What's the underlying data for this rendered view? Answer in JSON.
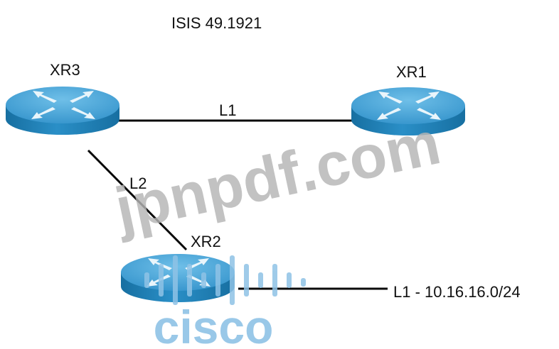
{
  "diagram": {
    "area_title": "ISIS 49.1921",
    "routers": {
      "xr3": {
        "name": "XR3"
      },
      "xr1": {
        "name": "XR1"
      },
      "xr2": {
        "name": "XR2"
      }
    },
    "links": {
      "xr3_xr1": {
        "label": "L1"
      },
      "xr3_xr2": {
        "label": "L2"
      },
      "xr2_stub": {
        "label": "L1 - 10.16.16.0/24"
      }
    }
  },
  "watermarks": {
    "site_text": "jpnpdf.com",
    "logo_text": "cisco"
  },
  "colors": {
    "router_body": "#1f82ba",
    "router_top": "#5aaedb",
    "router_arrows": "#e6f3fa",
    "line": "#0a0a0a",
    "watermark_gray": "#b5b5b5",
    "logo_blue": "#8fc3e6"
  },
  "icons": {
    "router": "router-icon"
  }
}
